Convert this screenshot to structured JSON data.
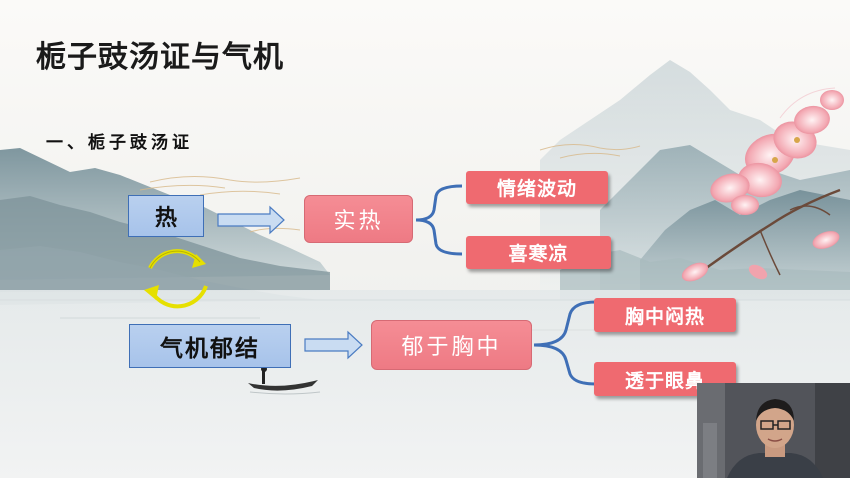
{
  "slide": {
    "title": "栀子豉汤证与气机",
    "subtitle": "一、栀子豉汤证"
  },
  "diagram": {
    "heat_box": "热",
    "qi_box": "气机郁结",
    "shire_box": "实热",
    "yuyu_box": "郁于胸中",
    "branches_top": [
      "情绪波动",
      "喜寒凉"
    ],
    "branches_bottom": [
      "胸中闷热",
      "透于眼鼻"
    ]
  },
  "colors": {
    "blue_box": "#a9c5eb",
    "pink_box": "#f2838c",
    "red_box": "#ef6a70",
    "arrow_fill": "#c9dcf2",
    "connector": "#3f6fb6",
    "cycle_arrow": "#e6e000"
  },
  "overlay": {
    "webcam": "presenter-webcam"
  }
}
